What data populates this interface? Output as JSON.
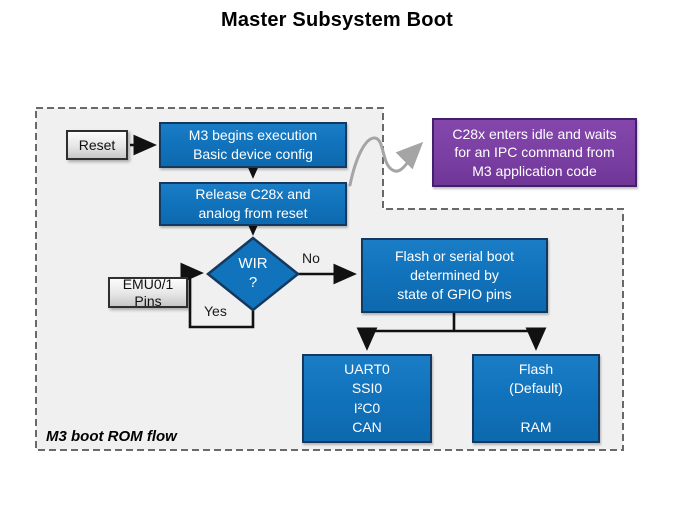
{
  "title": "Master Subsystem Boot",
  "colors": {
    "process_blue": "#1173BC",
    "process_blue_border": "#15395E",
    "idle_purple": "#7B3FA3",
    "idle_purple_border": "#41216B",
    "io_gray_light": "#FCFCFC",
    "io_gray_dark": "#C7C7C7",
    "dashed_border": "#696969",
    "region_fill": "#F0F0F1",
    "arrow_black": "#111111",
    "arrow_gray": "#A5A5A5"
  },
  "flow": {
    "container_label": "M3 boot ROM flow",
    "nodes": {
      "reset": {
        "text": "Reset"
      },
      "m3_begin": {
        "text": "M3 begins execution\nBasic device config"
      },
      "release_c28x": {
        "text": "Release C28x and\nanalog from reset"
      },
      "wir_decision": {
        "text": "WIR\n?"
      },
      "emu_pins": {
        "text": "EMU0/1\nPins"
      },
      "gpio_boot": {
        "text": "Flash or serial boot\ndetermined by\nstate of GPIO pins"
      },
      "serial_options": {
        "text": "UART0\nSSI0\nI²C0\nCAN"
      },
      "flash_options": {
        "text": "Flash\n(Default)\n\nRAM"
      },
      "c28x_idle": {
        "text": "C28x enters idle and waits\nfor an IPC command from\nM3 application code"
      }
    },
    "edges": {
      "no_label": "No",
      "yes_label": "Yes"
    }
  }
}
